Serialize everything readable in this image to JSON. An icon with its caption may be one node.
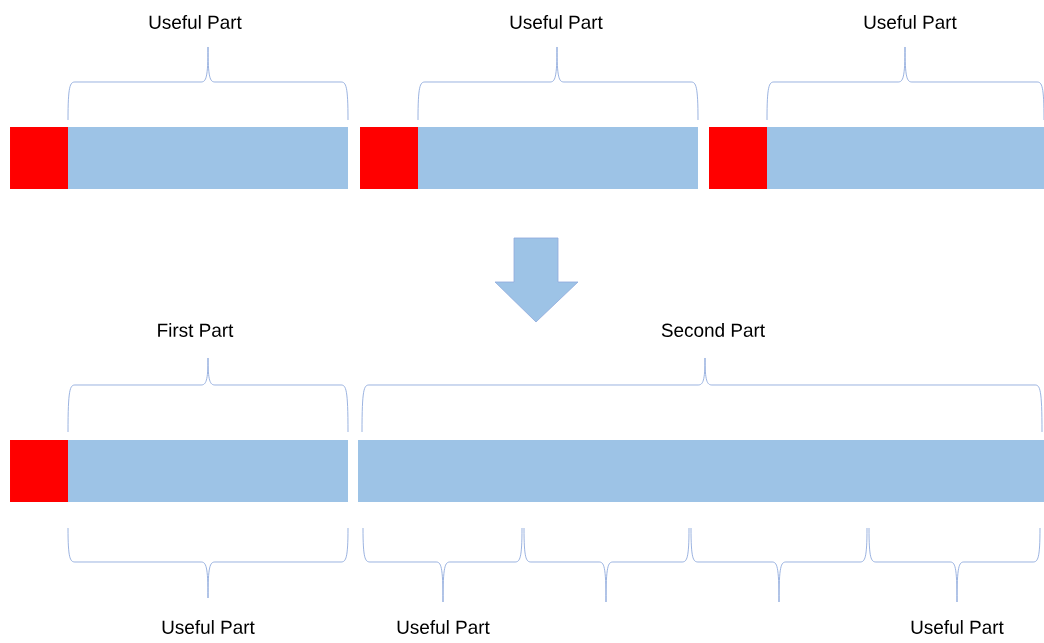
{
  "diagram": {
    "nodes": [
      {
        "text": [],
        "shape": "box"
      },
      {
        "text": [],
        "shape": "bar"
      },
      {
        "text": [],
        "shape": "box"
      },
      {
        "text": [],
        "shape": "bar"
      },
      {
        "text": [],
        "shape": "box"
      },
      {
        "text": [],
        "shape": "bar"
      },
      {
        "text": [],
        "shape": "box"
      },
      {
        "text": [],
        "shape": "bar"
      },
      {
        "text": [],
        "shape": "bar"
      }
    ],
    "labels": [
      "Useful Part",
      "Useful Part",
      "Useful Part",
      "First Part",
      "Second Part",
      "Useful Part",
      "Useful Part",
      "Useful Part"
    ]
  }
}
